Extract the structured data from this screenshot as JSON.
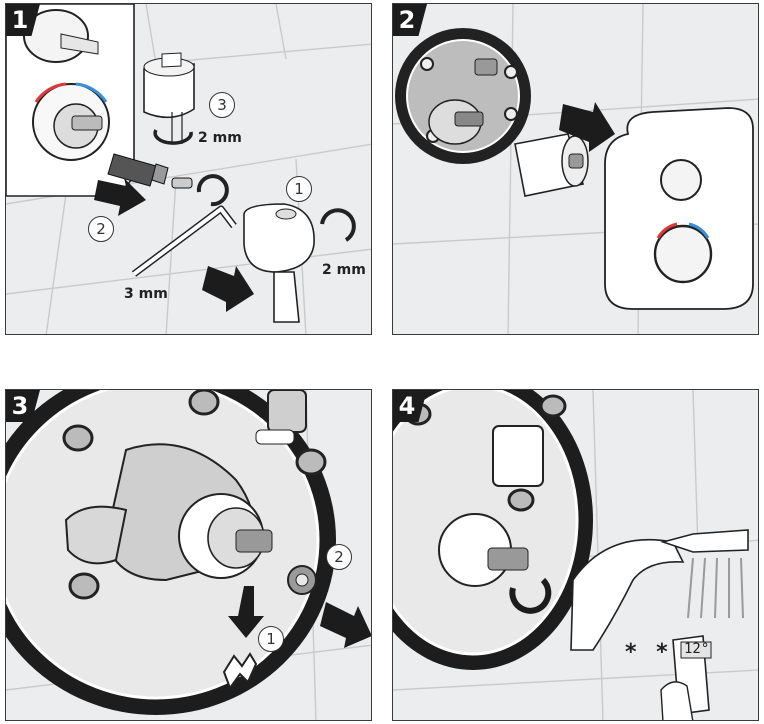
{
  "steps": [
    {
      "number": "1",
      "callouts": [
        "1",
        "2",
        "3"
      ],
      "dimensions": {
        "allen_key": "3 mm",
        "handle_screw": "2 mm",
        "sleeve_screw": "2 mm"
      }
    },
    {
      "number": "2"
    },
    {
      "number": "3",
      "callouts": [
        "1",
        "2"
      ]
    },
    {
      "number": "4",
      "stars": "* *",
      "thermometer_reading": "12°"
    }
  ],
  "colors": {
    "hot": "#e0383a",
    "cold": "#3a8fd6",
    "badge": "#1c1c1c",
    "tile": "#ecedee",
    "grout": "#c9cacc"
  }
}
